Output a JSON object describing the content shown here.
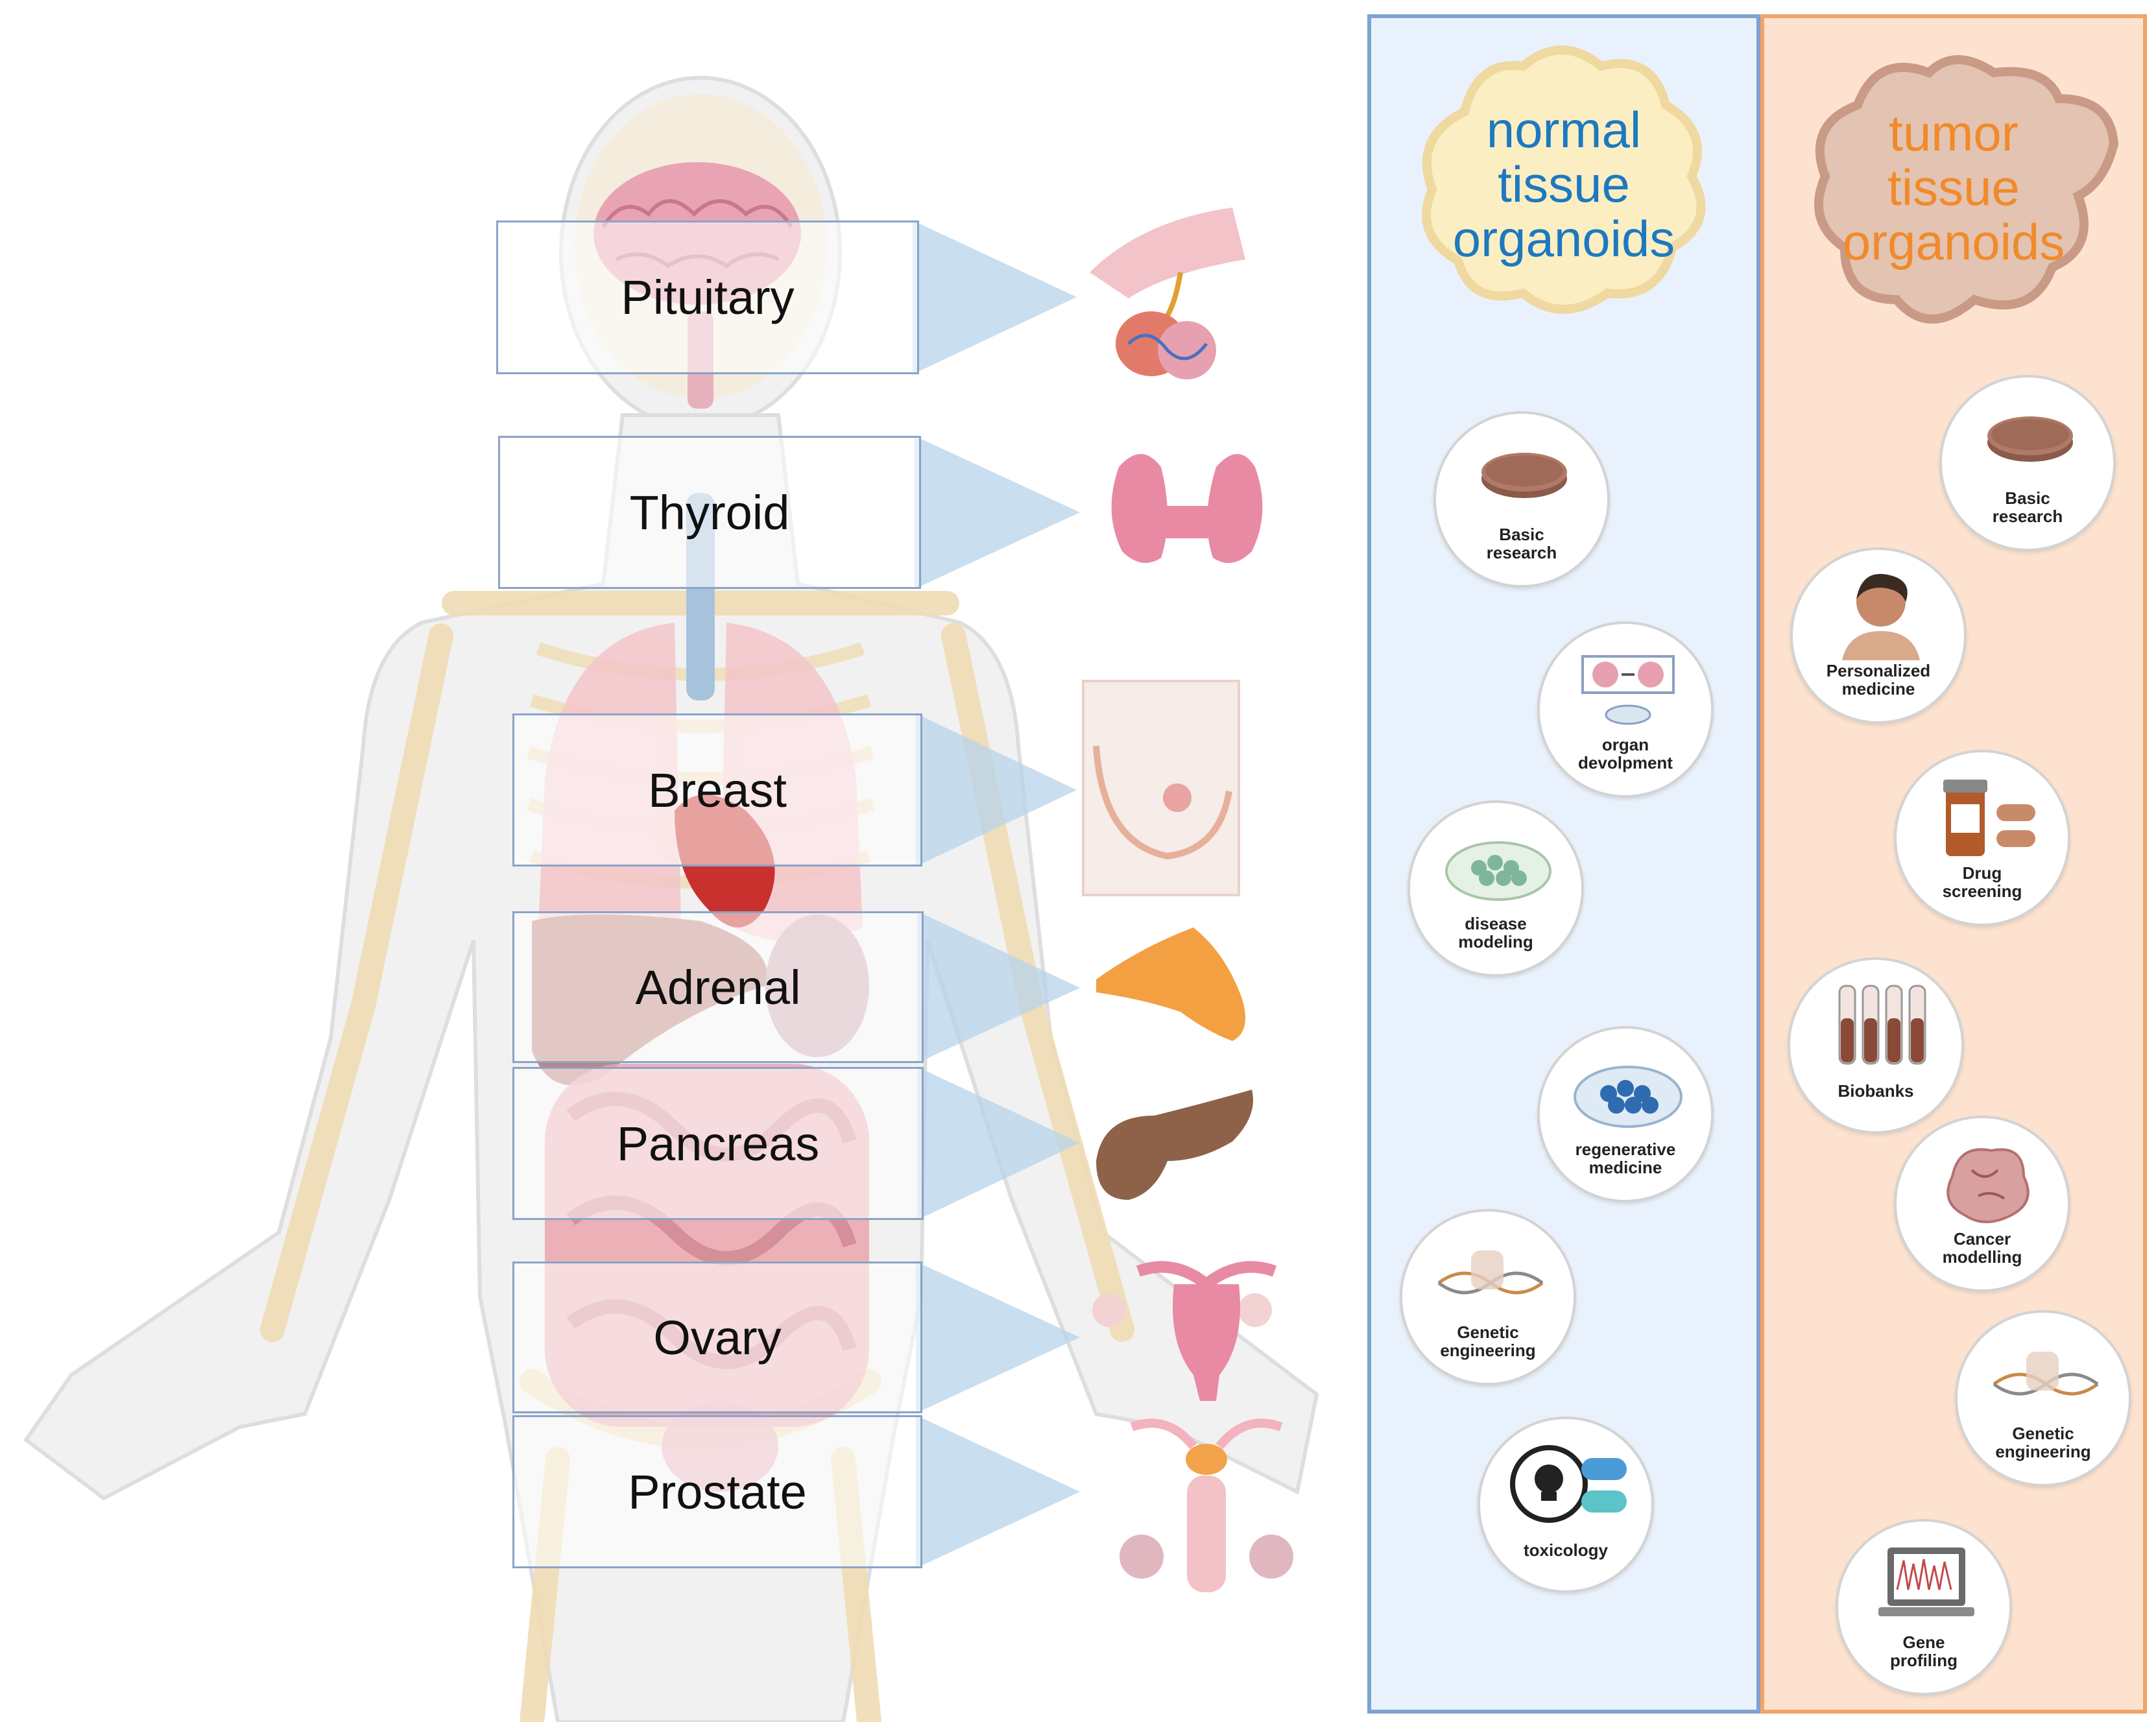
{
  "organs": [
    {
      "key": "pituitary",
      "label": "Pituitary"
    },
    {
      "key": "thyroid",
      "label": "Thyroid"
    },
    {
      "key": "breast",
      "label": "Breast"
    },
    {
      "key": "adrenal",
      "label": "Adrenal"
    },
    {
      "key": "pancreas",
      "label": "Pancreas"
    },
    {
      "key": "ovary",
      "label": "Ovary"
    },
    {
      "key": "prostate",
      "label": "Prostate"
    }
  ],
  "normal_panel": {
    "title_lines": [
      "normal",
      "tissue",
      "organoids"
    ],
    "title_color": "#1c79c0",
    "border_color": "#7fa3cf",
    "applications": [
      {
        "label": "Basic\nresearch",
        "icon": "petri-dish-icon"
      },
      {
        "label": "organ\ndevolpment",
        "icon": "organ-development-icon"
      },
      {
        "label": "disease\nmodeling",
        "icon": "cell-dish-green-icon"
      },
      {
        "label": "regenerative\nmedicine",
        "icon": "cell-dish-blue-icon"
      },
      {
        "label": "Genetic\nengineering",
        "icon": "dna-editing-icon"
      },
      {
        "label": "toxicology",
        "icon": "skull-capsule-icon"
      }
    ]
  },
  "tumor_panel": {
    "title_lines": [
      "tumor",
      "tissue",
      "organoids"
    ],
    "title_color": "#f08a2a",
    "border_color": "#f0a36a",
    "applications": [
      {
        "label": "Basic\nresearch",
        "icon": "petri-dish-icon"
      },
      {
        "label": "Personalized\nmedicine",
        "icon": "patient-icon"
      },
      {
        "label": "Drug\nscreening",
        "icon": "pill-bottle-icon"
      },
      {
        "label": "Biobanks",
        "icon": "test-tubes-icon"
      },
      {
        "label": "Cancer\nmodelling",
        "icon": "tumor-mass-icon"
      },
      {
        "label": "Genetic\nengineering",
        "icon": "dna-editing-icon"
      },
      {
        "label": "Gene\nprofiling",
        "icon": "laptop-sequence-icon"
      }
    ]
  },
  "colors": {
    "organ_box_border": "#8aa3c8",
    "wedge": "#b7d3ea",
    "skeleton": "#efdcb4",
    "body_outline": "#e2e2e2"
  }
}
